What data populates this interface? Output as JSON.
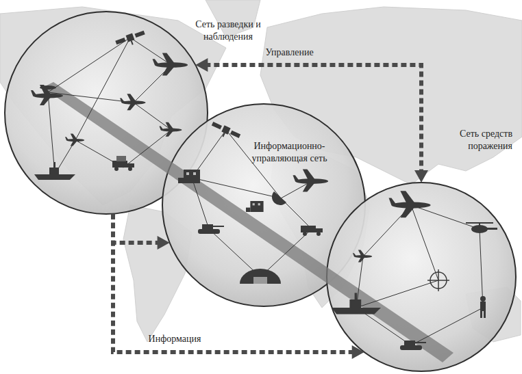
{
  "diagram": {
    "nodes": [
      {
        "text": [
          "Сеть разведки и наблюдения"
        ]
      },
      {
        "text": [
          "Информационно- управляющая сеть"
        ]
      },
      {
        "text": [
          "Сеть средств поражения"
        ]
      }
    ],
    "edges": [
      {
        "from": 0,
        "to": 1,
        "arrow": "to"
      },
      {
        "from": 0,
        "to": 2,
        "arrow": "to",
        "label": "Информация"
      },
      {
        "from": 0,
        "to": 2,
        "arrow": "both",
        "label": "Управление"
      }
    ]
  }
}
